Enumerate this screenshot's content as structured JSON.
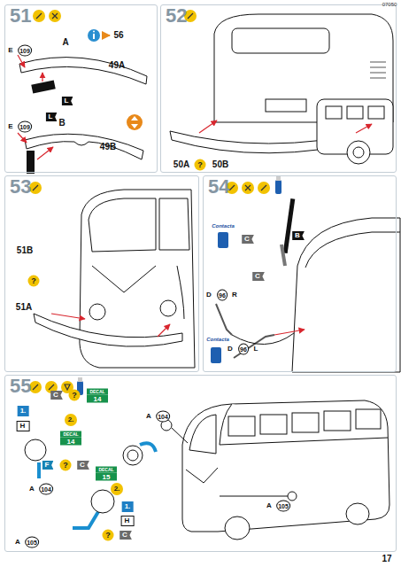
{
  "diagram": {
    "nodes": [
      {
        "text": [
          "51"
        ]
      },
      {
        "text": [
          "52"
        ]
      },
      {
        "text": [
          "53"
        ]
      },
      {
        "text": [
          "54"
        ]
      },
      {
        "text": [
          "55"
        ]
      }
    ],
    "labels": [
      "07050",
      "56",
      "E",
      "109",
      "A",
      "49A",
      "L",
      "L",
      "E",
      "109",
      "B",
      "49B",
      "50A",
      "?",
      "50B",
      "51B",
      "?",
      "51A",
      "Contacta",
      "C",
      "B",
      "C",
      "D",
      "96",
      "R",
      "Contacta",
      "D",
      "96",
      "L",
      "C",
      "?",
      "DECAL",
      "14",
      "1.",
      "H",
      "2.",
      "DECAL",
      "14",
      "F",
      "?",
      "C",
      "A",
      "104",
      "DECAL",
      "15",
      "2.",
      "1.",
      "H",
      "?",
      "C",
      "A",
      "105",
      "A",
      "104",
      "A",
      "105",
      "17"
    ]
  }
}
